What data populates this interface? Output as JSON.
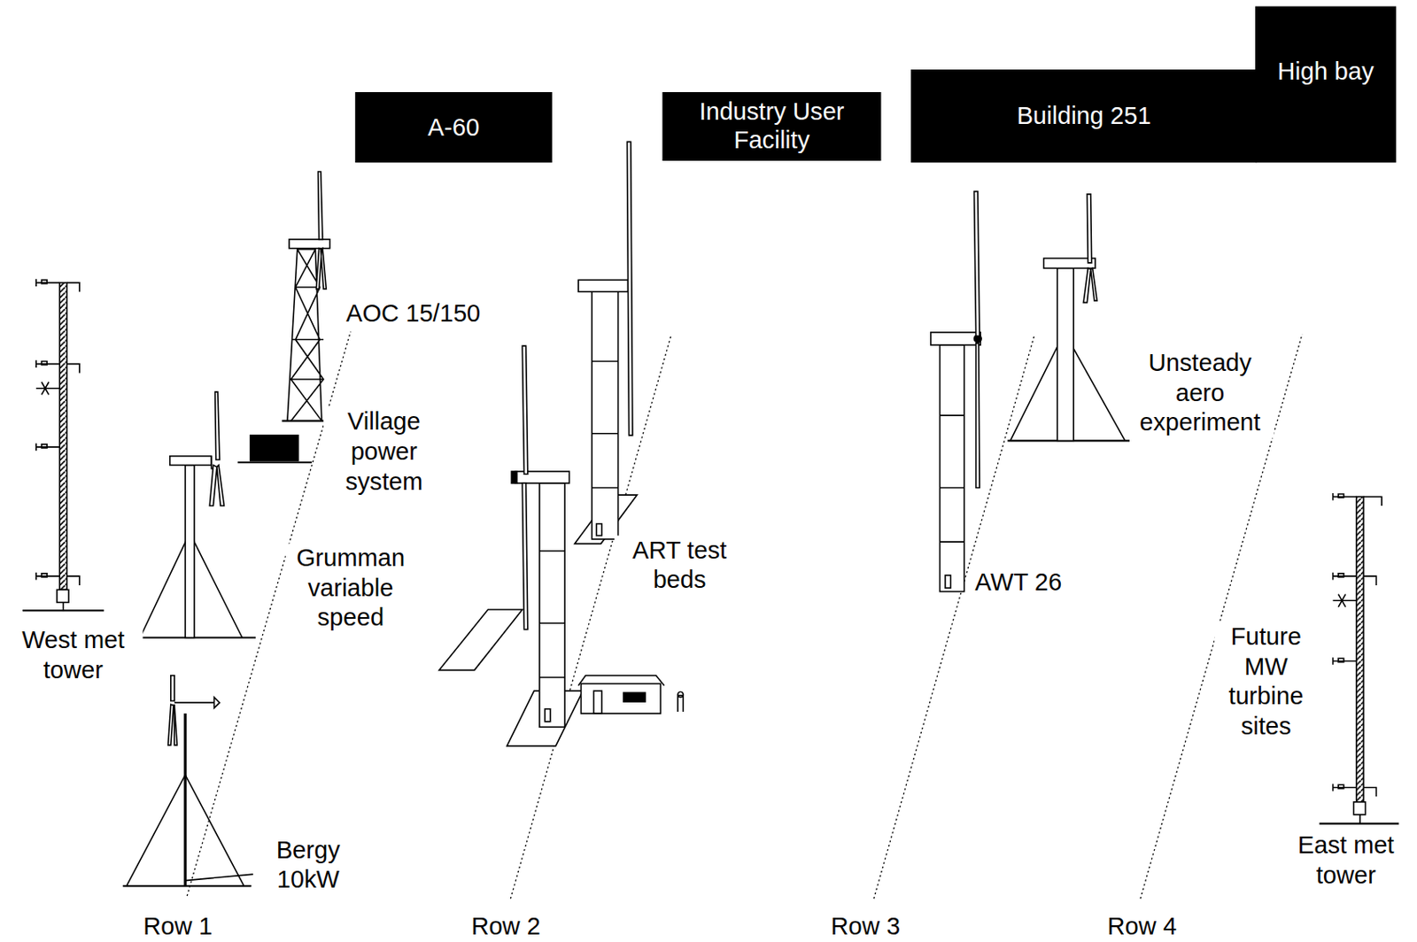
{
  "diagram": {
    "nodes": [
      {
        "text": [
          "A-60"
        ]
      },
      {
        "text": [
          "Industry User Facility"
        ]
      },
      {
        "text": [
          "Building 251"
        ]
      },
      {
        "text": [
          "High bay"
        ]
      }
    ],
    "labels": [
      "AOC 15/150",
      "Village power system",
      "Grumman variable speed",
      "West met tower",
      "Bergy 10kW",
      "ART test beds",
      "AWT 26",
      "Unsteady aero experiment",
      "Future MW turbine sites",
      "East met tower",
      "Row 1",
      "Row 2",
      "Row 3",
      "Row 4"
    ]
  }
}
